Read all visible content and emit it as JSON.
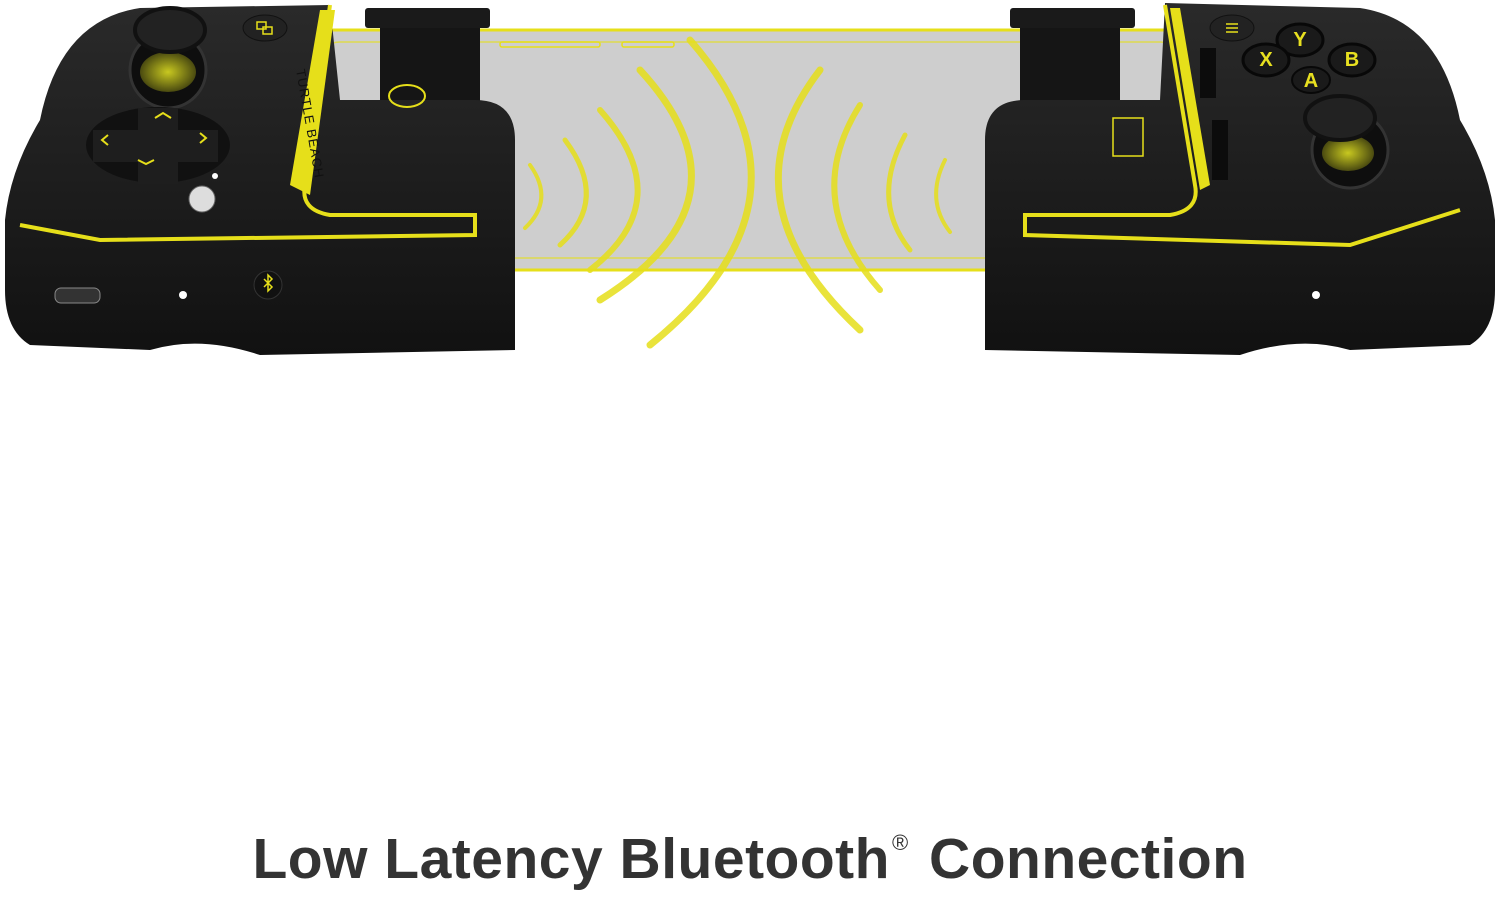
{
  "product": {
    "brand_logo_text": "TURTLE BEACH",
    "face_buttons": [
      "X",
      "Y",
      "B",
      "A"
    ],
    "colors": {
      "accent_yellow": "#e6df1a",
      "body_black": "#1c1c1c",
      "caption_gray": "#333333"
    }
  },
  "caption": {
    "text_before": "Low Latency Bluetooth",
    "registered_mark": "®",
    "text_after": " Connection"
  }
}
